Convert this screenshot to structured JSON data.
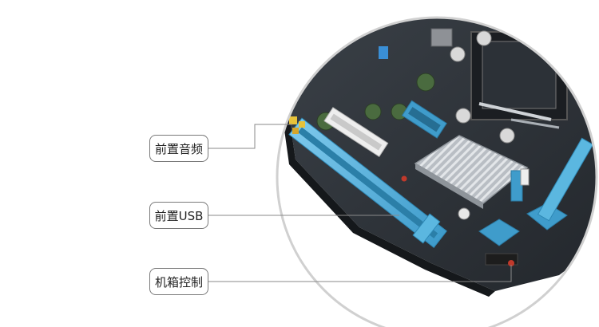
{
  "callouts": [
    {
      "label": "前置音频"
    },
    {
      "label": "前置USB"
    },
    {
      "label": "机箱控制"
    }
  ],
  "colors": {
    "board": "#2b3036",
    "slot_blue": "#5bb7e0",
    "heatsink": "#c9cdd2",
    "capacitor": "#4a6b3f",
    "leader_line": "#8a8a8a",
    "lens_border": "#d0d0d0"
  }
}
